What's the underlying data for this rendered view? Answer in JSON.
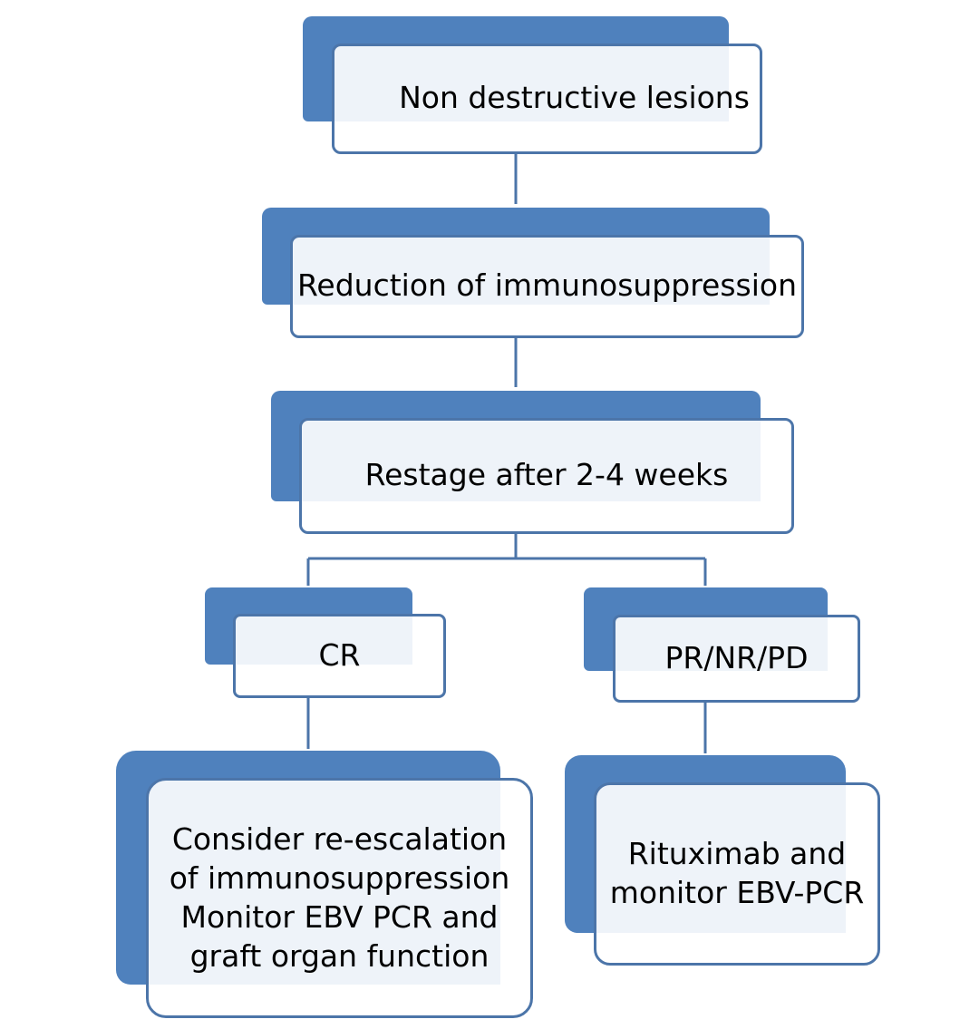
{
  "diagram": {
    "nodes": {
      "n1": {
        "text": "Non destructive lesions"
      },
      "n2": {
        "text": "Reduction of immunosuppression"
      },
      "n3": {
        "text": "Restage after 2-4 weeks"
      },
      "n4": {
        "text": "CR"
      },
      "n5": {
        "text": "PR/NR/PD"
      },
      "n6": {
        "line1": "Consider re-escalation",
        "line2": "of immunosuppression",
        "line3": "Monitor EBV PCR and",
        "line4": "graft organ function"
      },
      "n7": {
        "line1": "Rituximab and",
        "line2": "monitor EBV-PCR"
      }
    },
    "colors": {
      "back_fill": "#4f81bd",
      "front_border": "#4c75a9",
      "connector": "#4c75a9"
    }
  }
}
